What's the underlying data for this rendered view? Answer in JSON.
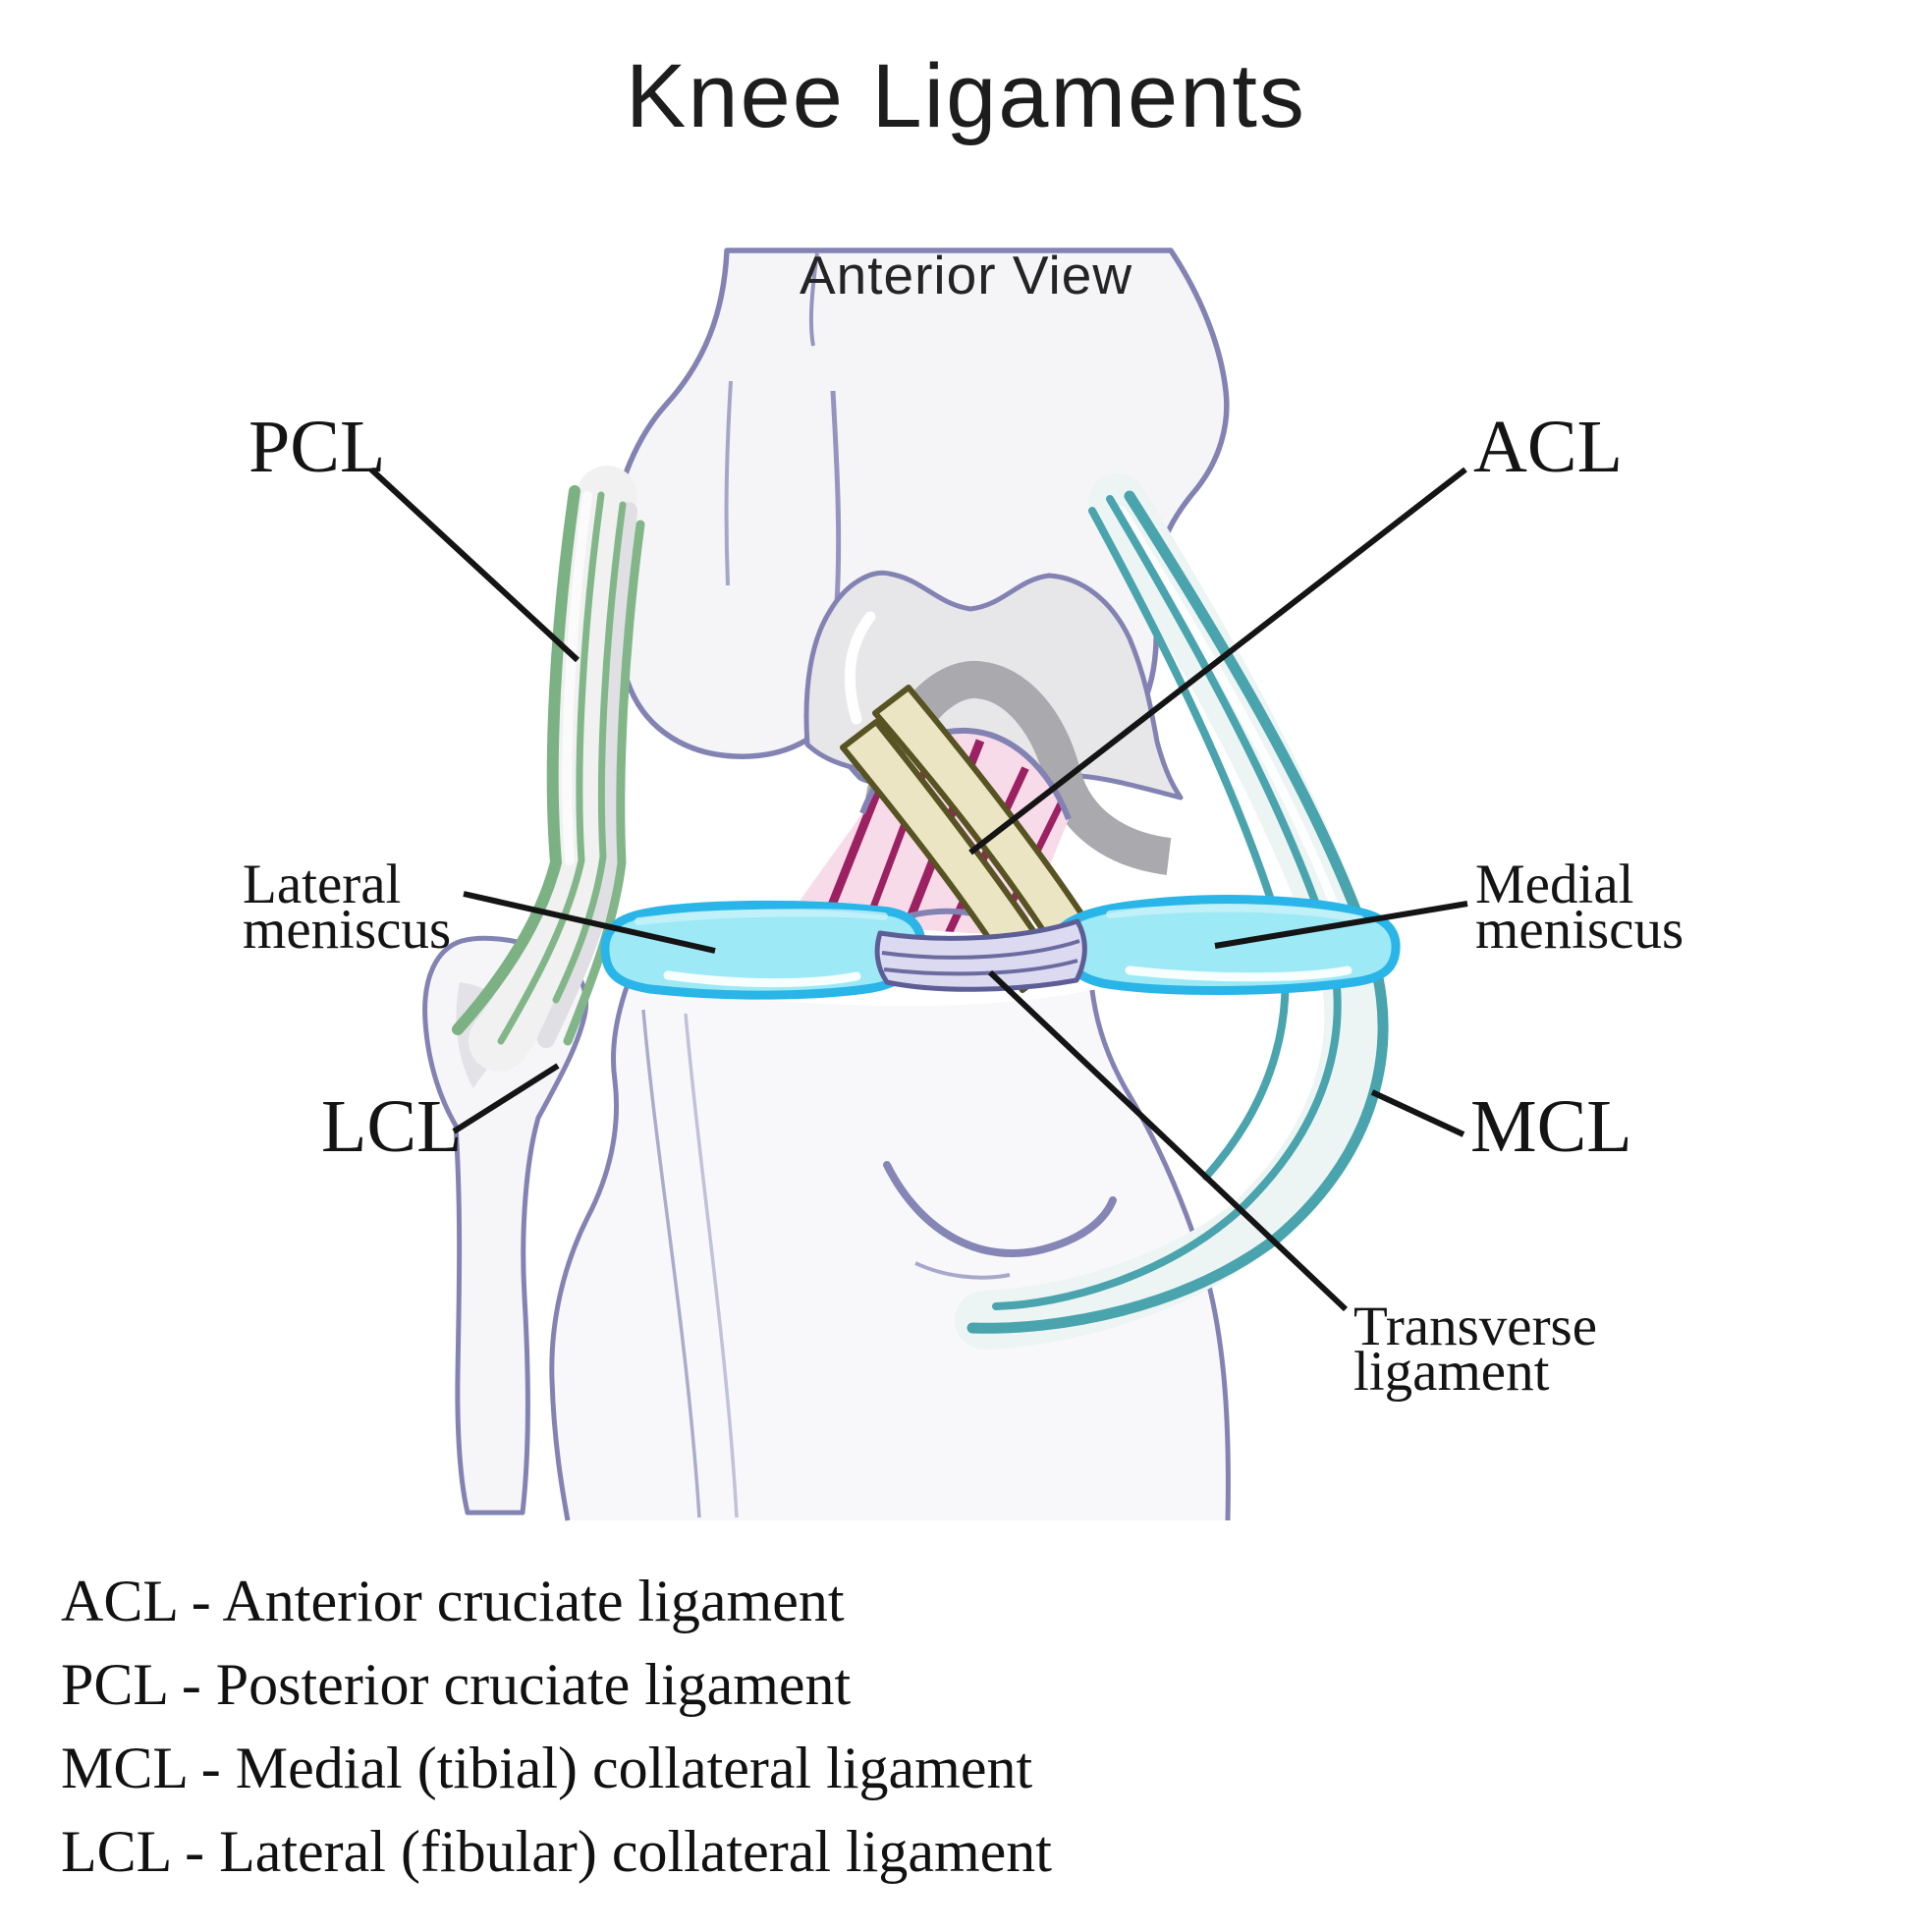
{
  "title": "Knee Ligaments",
  "subtitle": "Anterior View",
  "diagram": {
    "labels": {
      "pcl": "PCL",
      "acl": "ACL",
      "lcl": "LCL",
      "mcl": "MCL",
      "lateral_meniscus": {
        "line1": "Lateral",
        "line2": "meniscus"
      },
      "medial_meniscus": {
        "line1": "Medial",
        "line2": "meniscus"
      },
      "transverse_ligament": {
        "line1": "Transverse",
        "line2": "ligament"
      }
    }
  },
  "legend": {
    "items": [
      {
        "abbr": "ACL",
        "text": "ACL - Anterior cruciate ligament"
      },
      {
        "abbr": "PCL",
        "text": "PCL - Posterior cruciate ligament"
      },
      {
        "abbr": "MCL",
        "text": "MCL - Medial (tibial) collateral ligament"
      },
      {
        "abbr": "LCL",
        "text": "LCL - Lateral (fibular) collateral ligament"
      }
    ]
  },
  "colors": {
    "background": "#ffffff",
    "bone_fill": "#f5f5f8",
    "bone_outline": "#8383b3",
    "trochlea_fill": "#e7e7ea",
    "notch_shadow": "#aaaaae",
    "acl_fill": "#ece5c3",
    "acl_outline": "#575322",
    "pcl_fill": "#f8dbe9",
    "pcl_stripe": "#9c2162",
    "lcl_green": "#82b689",
    "mcl_teal": "#4aa4ad",
    "meniscus_fill": "#9de9f6",
    "meniscus_outline": "#29b5e8",
    "transverse_fill": "#dbdaf1",
    "transverse_outline": "#5e5e97",
    "leader_line": "#141414",
    "text": "#141414"
  }
}
